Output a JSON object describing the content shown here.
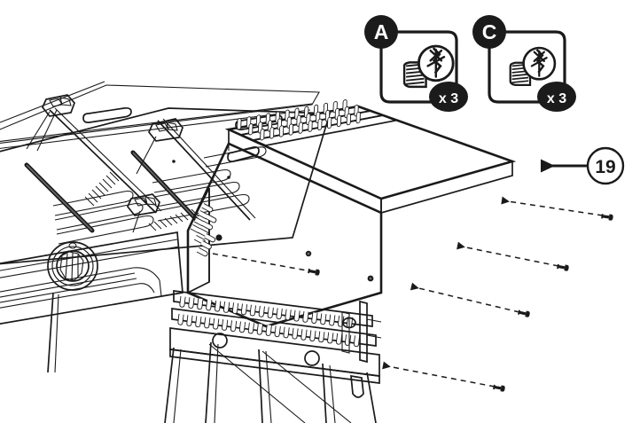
{
  "diagram": {
    "title": "Grill Side Shelf Assembly Step",
    "product": "gas-grill-cart",
    "background_color": "#ffffff",
    "line_color": "#1a1a1a"
  },
  "hardware_callouts": [
    {
      "id": "A",
      "letter": "A",
      "quantity_label": "x 3",
      "fastener": "phillips-pan-head-screw",
      "badge_color": "#1b1b1b",
      "letter_color": "#ffffff"
    },
    {
      "id": "C",
      "letter": "C",
      "quantity_label": "x 3",
      "fastener": "phillips-pan-head-screw",
      "badge_color": "#1b1b1b",
      "letter_color": "#ffffff"
    }
  ],
  "part_callout": {
    "number": "19",
    "part": "side-shelf",
    "arrow_direction": "left"
  },
  "colors": {
    "shelf_top": "#c3c5c7",
    "shelf_front": "#d8d9db",
    "shelf_edge": "#b0b2b5",
    "shelf_side_dark": "#a8aaad",
    "body_light": "#f4f4f5",
    "body_mid": "#d0d2d4",
    "vent_strip": "#cdcfd1",
    "outline": "#1a1a1a",
    "white": "#ffffff"
  },
  "assembly_arrows": {
    "count": 4,
    "style": "dashed-with-arrowhead",
    "screw_count": 4,
    "description": "screws install from right into side shelf mounting holes"
  },
  "grill_body": {
    "components": [
      "cooking-grate",
      "burner-tube",
      "lid-edge",
      "control-knob",
      "flame-tamer-panel",
      "vent-slot-strip",
      "cart-leg"
    ],
    "knob_label": "",
    "leg_count": 6
  }
}
